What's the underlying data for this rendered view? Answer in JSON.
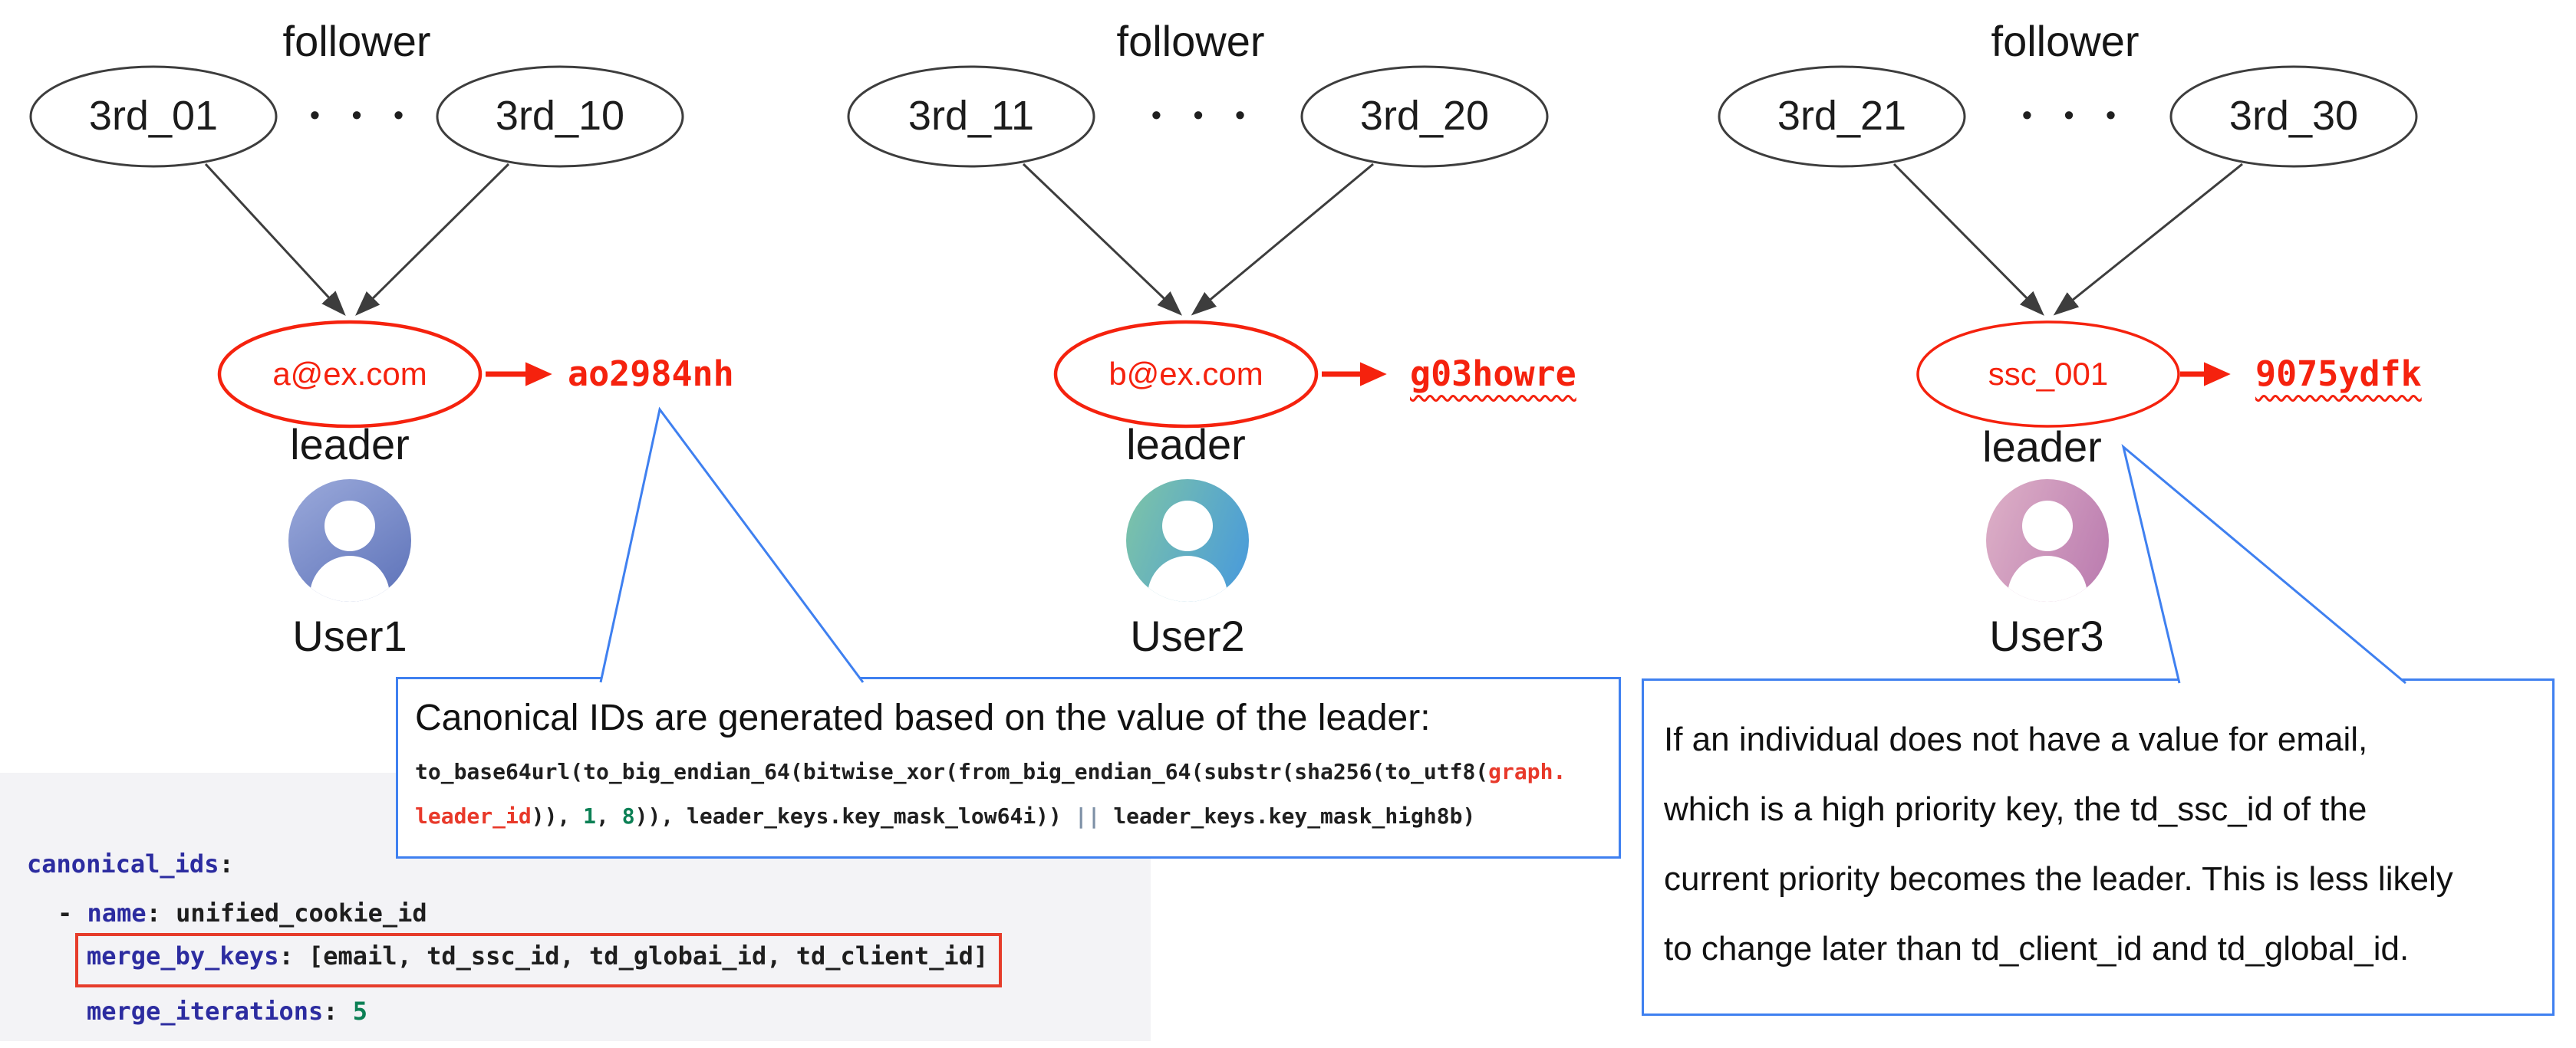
{
  "accent_colors": {
    "red": "#f5220e",
    "callout_blue": "#3f80f0",
    "diagram_line_gray": "#3d3d3d",
    "code_key_navy": "#2c2ca0",
    "code_number_green": "#0c8055",
    "code_operator_slate": "#7d90a6",
    "code_token_red": "#e8392a",
    "code_block_bg": "#f3f3f6"
  },
  "groups": [
    {
      "follower_label": "follower",
      "left_node": "3rd_01",
      "dots": "• • •",
      "right_node": "3rd_10",
      "leader_value": "a@ex.com",
      "leader_caption": "leader",
      "canonical_id": "ao2984nh",
      "user_name": "User1"
    },
    {
      "follower_label": "follower",
      "left_node": "3rd_11",
      "dots": "• • •",
      "right_node": "3rd_20",
      "leader_value": "b@ex.com",
      "leader_caption": "leader",
      "canonical_id": "g03howre",
      "user_name": "User2"
    },
    {
      "follower_label": "follower",
      "left_node": "3rd_21",
      "dots": "• • •",
      "right_node": "3rd_30",
      "leader_value": "ssc_001",
      "leader_caption": "leader",
      "canonical_id": "9075ydfk",
      "user_name": "User3"
    }
  ],
  "callout_generation": {
    "title": "Canonical IDs are generated based on the value of the leader:",
    "code_line1": [
      {
        "text": "to_base64url(to_big_endian_64(bitwise_xor(from_big_endian_64(substr(sha256(to_utf8(",
        "color": "default"
      },
      {
        "text": "graph.",
        "color": "red"
      }
    ],
    "code_line2": [
      {
        "text": "leader_id",
        "color": "red"
      },
      {
        "text": ")), ",
        "color": "default"
      },
      {
        "text": "1",
        "color": "green"
      },
      {
        "text": ", ",
        "color": "default"
      },
      {
        "text": "8",
        "color": "green"
      },
      {
        "text": ")), leader_keys.key_mask_low64i)) ",
        "color": "default"
      },
      {
        "text": "||",
        "color": "operator"
      },
      {
        "text": " leader_keys.key_mask_high8b)",
        "color": "default"
      }
    ]
  },
  "callout_fallback": {
    "lines": [
      "If an individual does not have a value for email,",
      "which is a high priority key, the td_ssc_id of the",
      "current priority becomes the leader. This is less likely",
      "to change later than td_client_id and td_global_id."
    ]
  },
  "yaml": {
    "line1": {
      "key": "canonical_ids",
      "colon": ":"
    },
    "line2": {
      "dash": "- ",
      "key": "name",
      "colon": ": ",
      "value": "unified_cookie_id"
    },
    "line3": {
      "key": "merge_by_keys",
      "colon": ": ",
      "value": "[email, td_ssc_id, td_globai_id, td_client_id]"
    },
    "line4": {
      "key": "merge_iterations",
      "colon": ": ",
      "value": "5"
    }
  }
}
